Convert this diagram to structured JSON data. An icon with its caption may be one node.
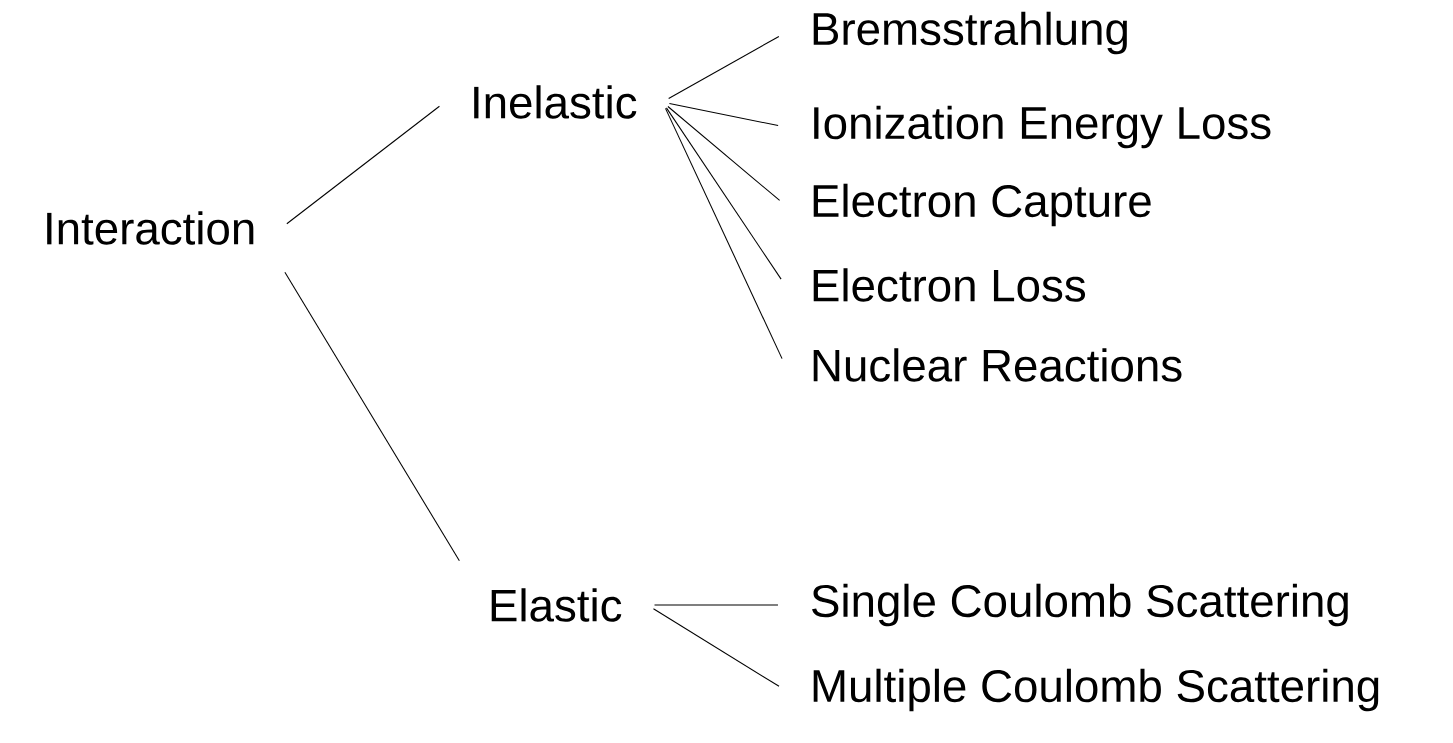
{
  "diagram": {
    "nodes": [
      {
        "text": [
          "Interaction"
        ]
      },
      {
        "text": [
          "Inelastic"
        ]
      },
      {
        "text": [
          "Elastic"
        ]
      },
      {
        "text": [
          "Bremsstrahlung"
        ]
      },
      {
        "text": [
          "Ionization Energy Loss"
        ]
      },
      {
        "text": [
          "Electron Capture"
        ]
      },
      {
        "text": [
          "Electron Loss"
        ]
      },
      {
        "text": [
          "Nuclear Reactions"
        ]
      },
      {
        "text": [
          "Single Coulomb Scattering"
        ]
      },
      {
        "text": [
          "Multiple Coulomb Scattering"
        ]
      }
    ],
    "edges": [
      {
        "from": 0,
        "to": 1,
        "arrow": "none"
      },
      {
        "from": 0,
        "to": 2,
        "arrow": "none"
      },
      {
        "from": 1,
        "to": 3,
        "arrow": "none"
      },
      {
        "from": 1,
        "to": 4,
        "arrow": "none"
      },
      {
        "from": 1,
        "to": 5,
        "arrow": "none"
      },
      {
        "from": 1,
        "to": 6,
        "arrow": "none"
      },
      {
        "from": 1,
        "to": 7,
        "arrow": "none"
      },
      {
        "from": 2,
        "to": 8,
        "arrow": "none"
      },
      {
        "from": 2,
        "to": 9,
        "arrow": "none"
      }
    ]
  }
}
